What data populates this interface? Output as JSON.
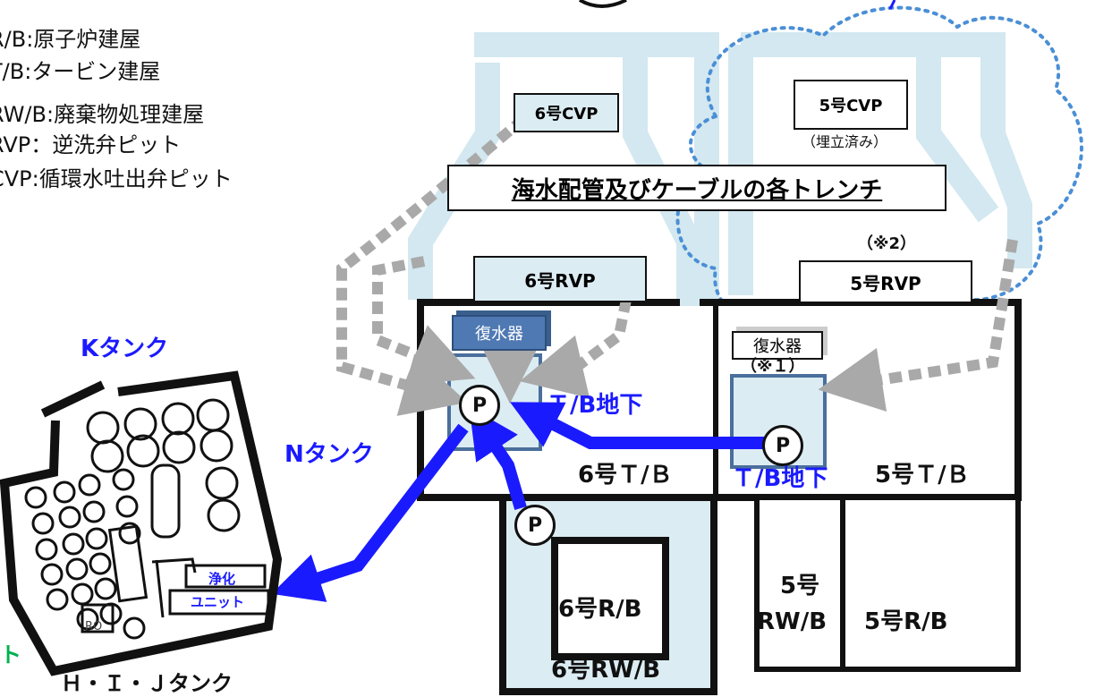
{
  "legend": {
    "rb": "R/B:原子炉建屋",
    "tb": "T/B:タービン建屋",
    "rwb": "RW/B:廃棄物処理建屋",
    "rvp": "RVP：逆洗弁ピット",
    "cvp": "CVP:循環水吐出弁ピット"
  },
  "labels": {
    "cvp6": "6号CVP",
    "cvp5": "5号CVP",
    "cvp5_note": "（埋立済み）",
    "trench": "海水配管及びケーブルの各トレンチ",
    "note2": "（※2）",
    "rvp6": "6号RVP",
    "rvp5": "5号RVP",
    "condenser6": "復水器",
    "condenser5": "復水器",
    "note1": "（※１）",
    "tb_underground_6": "Ｔ/B地下",
    "tb_underground_5": "Ｔ/B地下",
    "tb6": "6号Ｔ/Ｂ",
    "tb5": "5号Ｔ/Ｂ",
    "rb6": "6号R/B",
    "rwb6": "6号RW/B",
    "rwb5_line1": "5号",
    "rwb5_line2": "RW/B",
    "rb5": "5号R/B",
    "pump": "P",
    "k_tank": "Kタンク",
    "n_tank": "Nタンク",
    "hij_tank": "Ｈ・Ｉ・Ｊタンク",
    "purify_line1": "浄化",
    "purify_line2": "ユニット",
    "ro": "RO",
    "cut_green": "ト"
  },
  "colors": {
    "light_blue_fill": "#dcecf3",
    "trench_fill": "#d3e8f0",
    "arrow_blue": "#1a1aff",
    "arrow_gray": "#a9a9a9",
    "cloud_blue": "#4a8fd6",
    "condenser6_fill": "#4f79b3",
    "cut_green": "#00b050"
  }
}
